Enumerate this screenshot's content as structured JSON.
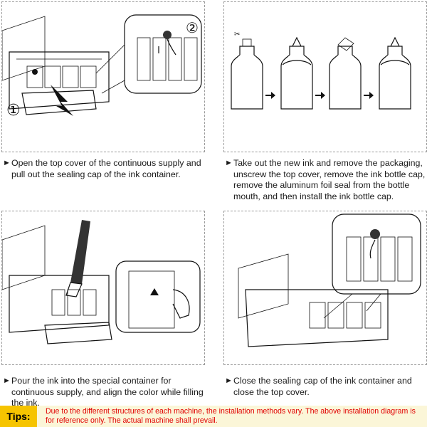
{
  "steps": [
    {
      "badge_1": "①",
      "badge_2": "②",
      "text": "Open the top cover of the continuous supply and pull out the sealing cap of the ink container."
    },
    {
      "text": "Take out the new ink and remove the packaging, unscrew the top cover, remove the ink bottle cap, remove the aluminum foil seal from the bottle mouth, and then install the ink bottle cap."
    },
    {
      "text": "Pour the ink into the special container for continuous supply, and align the color while filling the ink."
    },
    {
      "text": "Close the sealing cap of the ink container and close the top cover."
    }
  ],
  "bullet_glyph": "►",
  "tips": {
    "label": "Tips:",
    "text": "Due to the different structures of each machine, the installation methods vary. The above installation diagram is for reference only. The actual machine shall prevail."
  },
  "colors": {
    "tips_label_bg": "#f6c400",
    "tips_text": "#e00000",
    "tips_bar_bg": "#fbf6d8"
  }
}
